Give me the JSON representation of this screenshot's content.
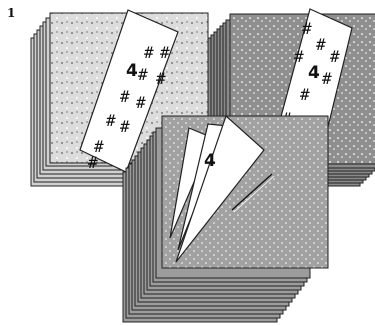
{
  "step": {
    "number": "1"
  },
  "stacks": [
    {
      "id": "light-floral",
      "fabric": "light gray print",
      "strip_label": "4"
    },
    {
      "id": "dark-dots",
      "fabric": "dark gray with white dots",
      "strip_label": "4"
    },
    {
      "id": "medium-dots",
      "fabric": "medium gray with white dots",
      "triangle_label": "4"
    }
  ],
  "colors": {
    "light": "#d9d9d9",
    "dark": "#8f8f8f",
    "medium": "#a2a2a2",
    "outline": "#222222"
  }
}
